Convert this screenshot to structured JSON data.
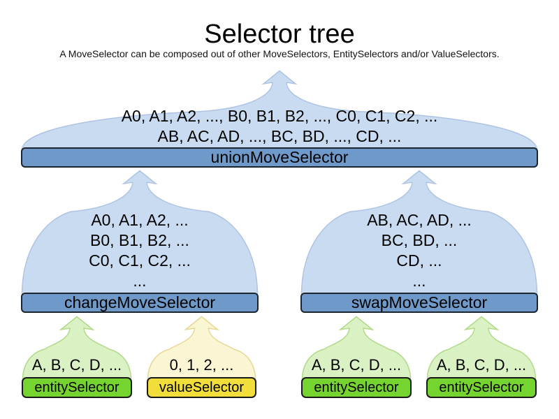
{
  "title": "Selector tree",
  "subtitle": "A MoveSelector can be composed out of other MoveSelectors, EntitySelectors and/or ValueSelectors.",
  "nodes": {
    "union": {
      "label": "unionMoveSelector",
      "lines": [
        "A0, A1, A2, ..., B0, B1, B2, ..., C0, C1, C2, ...",
        "AB, AC, AD, ..., BC, BD, ..., CD, ..."
      ]
    },
    "change": {
      "label": "changeMoveSelector",
      "lines": [
        "A0, A1, A2, ...",
        "B0, B1, B2, ...",
        "C0, C1, C2, ...",
        "..."
      ]
    },
    "swap": {
      "label": "swapMoveSelector",
      "lines": [
        "AB, AC, AD, ...",
        "BC, BD, ...",
        "CD, ...",
        "..."
      ]
    },
    "entity1": {
      "label": "entitySelector",
      "lines": [
        "A, B, C, D, ..."
      ]
    },
    "value1": {
      "label": "valueSelector",
      "lines": [
        "0, 1, 2, ..."
      ]
    },
    "entity2": {
      "label": "entitySelector",
      "lines": [
        "A, B, C, D, ..."
      ]
    },
    "entity3": {
      "label": "entitySelector",
      "lines": [
        "A, B, C, D, ..."
      ]
    }
  },
  "colors": {
    "move_cloud_fill": "#c9dbf0",
    "move_cloud_stroke": "#aec4e2",
    "move_bar_fill": "#6f99c8",
    "move_bar_border": "#1b2530",
    "entity_cloud_fill": "#daf2c3",
    "entity_cloud_stroke": "#b0da8a",
    "entity_bar_fill": "#76d431",
    "value_cloud_fill": "#faf6d4",
    "value_cloud_stroke": "#e6d894",
    "value_bar_fill": "#f2de3a",
    "bar_border": "#1a1a1a",
    "text": "#000000"
  }
}
